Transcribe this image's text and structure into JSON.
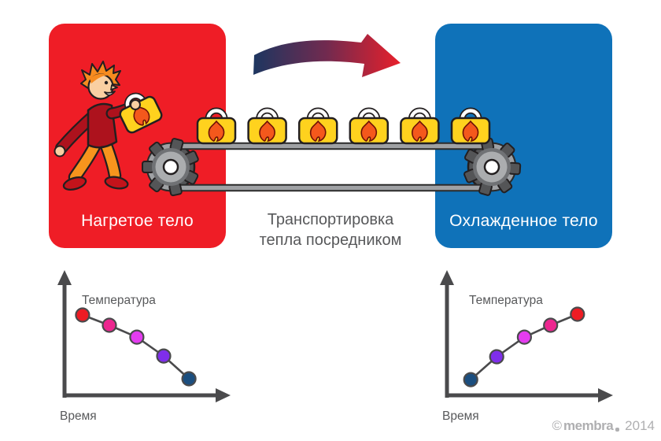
{
  "boxes": {
    "hot": {
      "label": "Нагретое тело",
      "color": "#EF1D26"
    },
    "cold": {
      "label": "Охлажденное тело",
      "color": "#0F72B9"
    }
  },
  "caption": {
    "line1": "Транспортировка",
    "line2": "тепла посредником",
    "color": "#57585A"
  },
  "arrow": {
    "direction": "left-to-right",
    "gradient_start": "#1D3660",
    "gradient_mid": "#722A4F",
    "gradient_end": "#E8202B"
  },
  "conveyor": {
    "bag_count": 6,
    "bag_color": "#FFD21E",
    "flame_color": "#F4581C",
    "belt_color": "#9FA1A4",
    "gear_count": 2
  },
  "person": {
    "sweater_color": "#AD121D",
    "pants_color": "#F7941D",
    "hair_color": "#F68B1F",
    "skin_color": "#F9CFA2",
    "shoe_color": "#C3131B"
  },
  "watermark": {
    "symbol": "©",
    "brand": "membra",
    "year": "2014"
  },
  "chart_data": [
    {
      "type": "scatter",
      "title": "",
      "ylabel": "Температура",
      "xlabel": "Время",
      "trend": "decreasing",
      "line": true,
      "line_color": "#4A4A4C",
      "marker_outline": "#4A4A4C",
      "axis_color": "#4A4A4C",
      "points": [
        {
          "x": 0.11,
          "y": 0.65,
          "color": "#ED1C24"
        },
        {
          "x": 0.274,
          "y": 0.567,
          "color": "#EC268F"
        },
        {
          "x": 0.442,
          "y": 0.471,
          "color": "#E43CF0"
        },
        {
          "x": 0.606,
          "y": 0.318,
          "color": "#7F2EEB"
        },
        {
          "x": 0.76,
          "y": 0.134,
          "color": "#1B4E7F"
        }
      ]
    },
    {
      "type": "scatter",
      "title": "",
      "ylabel": "Температура",
      "xlabel": "Время",
      "trend": "increasing",
      "line": true,
      "line_color": "#4A4A4C",
      "marker_outline": "#4A4A4C",
      "axis_color": "#4A4A4C",
      "points": [
        {
          "x": 0.145,
          "y": 0.127,
          "color": "#1B4E7F"
        },
        {
          "x": 0.304,
          "y": 0.312,
          "color": "#7F2EEB"
        },
        {
          "x": 0.473,
          "y": 0.471,
          "color": "#E43CF0"
        },
        {
          "x": 0.633,
          "y": 0.567,
          "color": "#EC268F"
        },
        {
          "x": 0.797,
          "y": 0.656,
          "color": "#ED1C24"
        }
      ]
    }
  ]
}
